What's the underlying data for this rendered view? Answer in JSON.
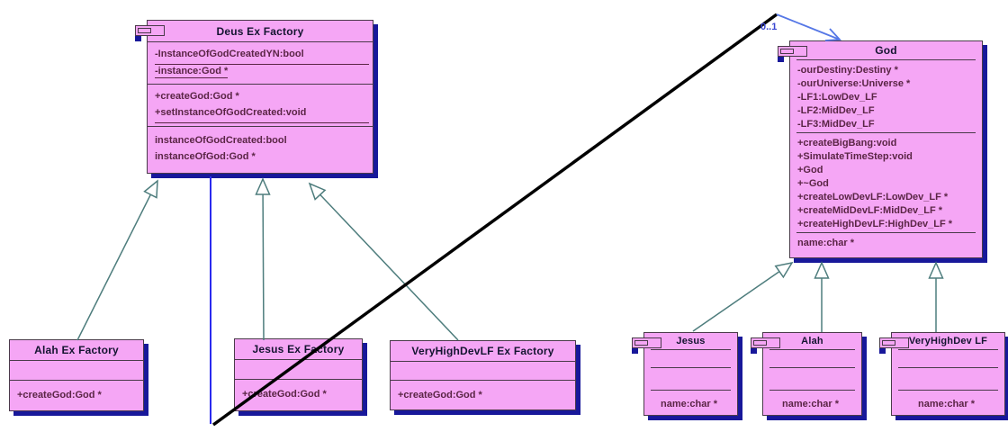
{
  "colors": {
    "box_fill": "#F5A6F5",
    "box_border": "#4A3A4A",
    "box_shadow": "#18189A",
    "title_text": "#141430",
    "member_text": "#5A2545",
    "inherit_line": "#4E7D7D",
    "assoc_blue": "#2A2AEE",
    "assoc_black": "#000000",
    "arrow_blue": "#5577E6",
    "label_blue": "#3946D2"
  },
  "association": {
    "label": "0..1"
  },
  "classes": [
    {
      "id": "deus-ex-factory",
      "title": "Deus Ex Factory",
      "icon": "class-tab-icon",
      "sections": [
        {
          "rows": [
            {
              "text": "-InstanceOfGodCreatedYN:bool",
              "underline": "full"
            },
            {
              "text": "-instance:God *",
              "underline": "text"
            }
          ]
        },
        {
          "rows": [
            {
              "text": "+createGod:God *",
              "underline": "none"
            },
            {
              "text": "+setInstanceOfGodCreated:void",
              "underline": "full"
            }
          ]
        },
        {
          "rows": [
            {
              "text": "instanceOfGodCreated:bool",
              "underline": "none"
            },
            {
              "text": "instanceOfGod:God *",
              "underline": "none"
            }
          ]
        }
      ]
    },
    {
      "id": "god",
      "title": "God",
      "icon": "class-tab-icon",
      "sections": [
        {
          "rows": [
            {
              "text": "-ourDestiny:Destiny *",
              "underline": "none"
            },
            {
              "text": "-ourUniverse:Universe *",
              "underline": "none"
            },
            {
              "text": "-LF1:LowDev_LF",
              "underline": "none"
            },
            {
              "text": "-LF2:MidDev_LF",
              "underline": "none"
            },
            {
              "text": "-LF3:MidDev_LF",
              "underline": "none"
            }
          ]
        },
        {
          "rows": [
            {
              "text": "+createBigBang:void",
              "underline": "none"
            },
            {
              "text": "+SimulateTimeStep:void",
              "underline": "none"
            },
            {
              "text": "+God",
              "underline": "none"
            },
            {
              "text": "+~God",
              "underline": "none"
            },
            {
              "text": "+createLowDevLF:LowDev_LF *",
              "underline": "none"
            },
            {
              "text": "+createMidDevLF:MidDev_LF *",
              "underline": "none"
            },
            {
              "text": "+createHighDevLF:HighDev_LF *",
              "underline": "none"
            }
          ]
        },
        {
          "rows": [
            {
              "text": "name:char *",
              "underline": "none"
            }
          ]
        }
      ]
    },
    {
      "id": "alah-ex-factory",
      "title": "Alah Ex Factory",
      "sections": [
        {
          "rows": []
        },
        {
          "rows": [
            {
              "text": "+createGod:God *",
              "underline": "none"
            }
          ]
        }
      ]
    },
    {
      "id": "jesus-ex-factory",
      "title": "Jesus Ex Factory",
      "sections": [
        {
          "rows": []
        },
        {
          "rows": [
            {
              "text": "+createGod:God *",
              "underline": "none"
            }
          ]
        }
      ]
    },
    {
      "id": "veryhighdevlf-ex-factory",
      "title": "VeryHighDevLF Ex Factory",
      "sections": [
        {
          "rows": []
        },
        {
          "rows": [
            {
              "text": "+createGod:God *",
              "underline": "none"
            }
          ]
        }
      ]
    },
    {
      "id": "jesus",
      "title": "Jesus",
      "icon": "class-tab-icon",
      "sections": [
        {
          "rows": []
        },
        {
          "rows": []
        },
        {
          "rows": [
            {
              "text": "name:char *",
              "underline": "none"
            }
          ]
        }
      ]
    },
    {
      "id": "alah",
      "title": "Alah",
      "icon": "class-tab-icon",
      "sections": [
        {
          "rows": []
        },
        {
          "rows": []
        },
        {
          "rows": [
            {
              "text": "name:char *",
              "underline": "none"
            }
          ]
        }
      ]
    },
    {
      "id": "veryhighdev-lf",
      "title": "VeryHighDev LF",
      "icon": "class-tab-icon",
      "sections": [
        {
          "rows": []
        },
        {
          "rows": []
        },
        {
          "rows": [
            {
              "text": "name:char *",
              "underline": "none"
            }
          ]
        }
      ]
    }
  ]
}
